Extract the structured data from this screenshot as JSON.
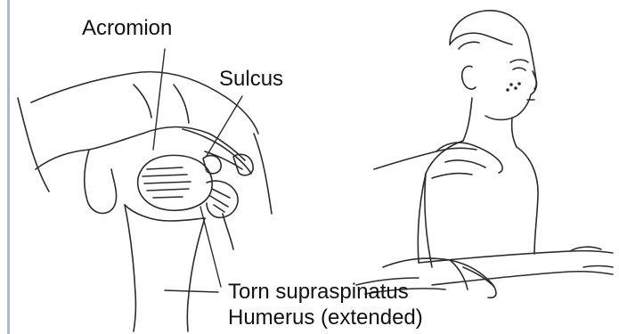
{
  "labels": {
    "acromion": "Acromion",
    "sulcus": "Sulcus",
    "torn_supraspinatus": "Torn supraspinatus",
    "humerus": "Humerus (extended)"
  },
  "colors": {
    "line": "#2b2b2b",
    "left_rule": "#a7bdd6"
  }
}
